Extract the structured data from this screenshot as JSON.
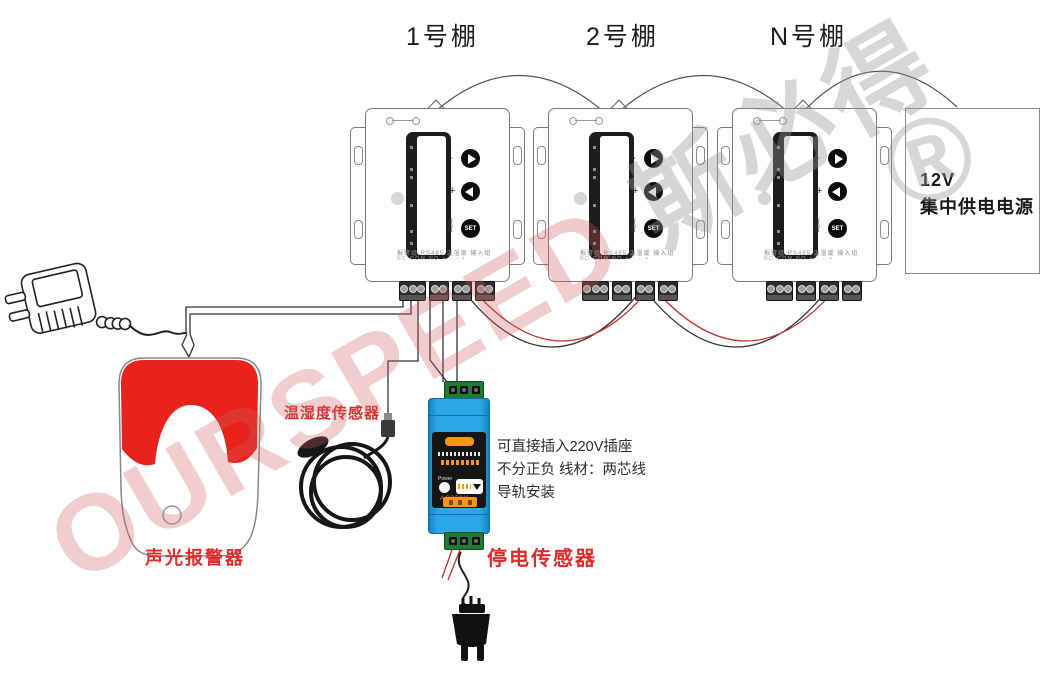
{
  "sheds": [
    {
      "label": "1号棚"
    },
    {
      "label": "2号棚"
    },
    {
      "label": "N号棚"
    }
  ],
  "controller": {
    "minus": "-",
    "plus": "+",
    "set_button": "SET",
    "set_label": "设置",
    "terminal_row1": "报警组 RS485 温湿度 输入组",
    "terminal_row2": "NC COM NO  +  -  -  +"
  },
  "power_supply": {
    "line1": "12V",
    "line2": "集中供电电源"
  },
  "power_sensor": {
    "power_led_label": "Power",
    "ac_label": "AC220V"
  },
  "labels": {
    "alarm": "声光报警器",
    "temp_humidity": "温湿度传感器",
    "power_fail": "停电传感器"
  },
  "notes": {
    "line1": "可直接插入220V插座",
    "line2": "不分正负  线材：两芯线",
    "line3": "导轨安装"
  },
  "watermark": {
    "latin": "OURSPEED",
    "cjk": " 斯必得",
    "registered": "®"
  },
  "icons": {
    "up_button": "right-triangle",
    "down_button": "left-triangle",
    "wire_notch": "caret",
    "plug": "two-prong-plug"
  },
  "colors": {
    "siren_red": "#e7231b",
    "label_red": "#e02b2b",
    "device_blue": "#2aa7e6",
    "panel_black": "#151515",
    "orange": "#f7941d",
    "terminal_green": "#1f7a33",
    "wire_red": "#c03030",
    "wire_black": "#333333"
  }
}
